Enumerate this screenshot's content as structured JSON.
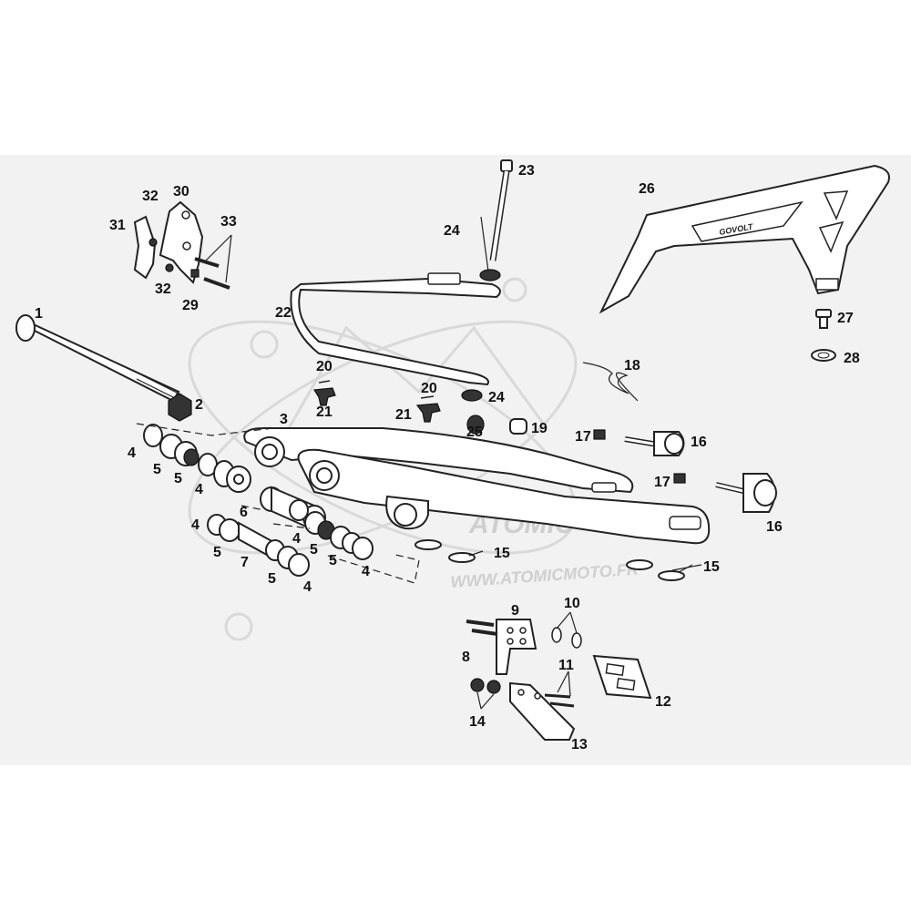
{
  "watermark": {
    "logo_text": "ATOMIC",
    "url_text": "WWW.ATOMICMOTO.FR"
  },
  "chain_guard_logo": "GOVOLT",
  "callouts": {
    "c1": "1",
    "c2": "2",
    "c3": "3",
    "c4a": "4",
    "c4b": "4",
    "c4c": "4",
    "c4d": "4",
    "c4e": "4",
    "c4f": "4",
    "c5a": "5",
    "c5b": "5",
    "c5c": "5",
    "c5d": "5",
    "c5e": "5",
    "c5f": "5",
    "c6": "6",
    "c7": "7",
    "c8": "8",
    "c9": "9",
    "c10": "10",
    "c11": "11",
    "c12": "12",
    "c13": "13",
    "c14": "14",
    "c15a": "15",
    "c15b": "15",
    "c16a": "16",
    "c16b": "16",
    "c17a": "17",
    "c17b": "17",
    "c18": "18",
    "c19": "19",
    "c20a": "20",
    "c20b": "20",
    "c21a": "21",
    "c21b": "21",
    "c22": "22",
    "c23": "23",
    "c24a": "24",
    "c24b": "24",
    "c25": "25",
    "c26": "26",
    "c27": "27",
    "c28": "28",
    "c29": "29",
    "c30": "30",
    "c31": "31",
    "c32a": "32",
    "c32b": "32",
    "c33": "33"
  }
}
